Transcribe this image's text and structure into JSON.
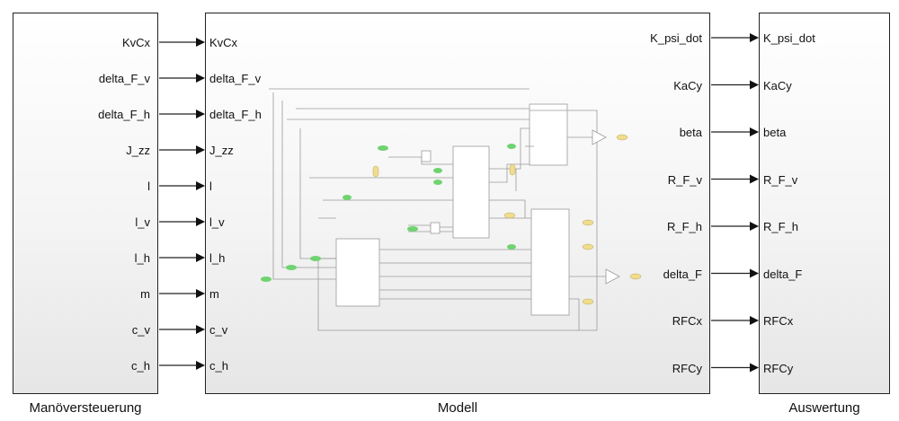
{
  "blocks": {
    "left": {
      "title": "Manöversteuerung"
    },
    "middle": {
      "title": "Modell"
    },
    "right": {
      "title": "Auswertung"
    }
  },
  "left_outputs": [
    "KvCx",
    "delta_F_v",
    "delta_F_h",
    "J_zz",
    "l",
    "l_v",
    "l_h",
    "m",
    "c_v",
    "c_h"
  ],
  "middle_inputs": [
    "KvCx",
    "delta_F_v",
    "delta_F_h",
    "J_zz",
    "l",
    "l_v",
    "l_h",
    "m",
    "c_v",
    "c_h"
  ],
  "middle_outputs": [
    "K_psi_dot",
    "KaCy",
    "beta",
    "R_F_v",
    "R_F_h",
    "delta_F",
    "RFCx",
    "RFCy"
  ],
  "right_inputs": [
    "K_psi_dot",
    "KaCy",
    "beta",
    "R_F_v",
    "R_F_h",
    "delta_F",
    "RFCx",
    "RFCy"
  ],
  "colors": {
    "line": "#222222",
    "inner_line": "#9a9a9a",
    "goto": "#6fd36f",
    "from": "#f0dc8c"
  }
}
